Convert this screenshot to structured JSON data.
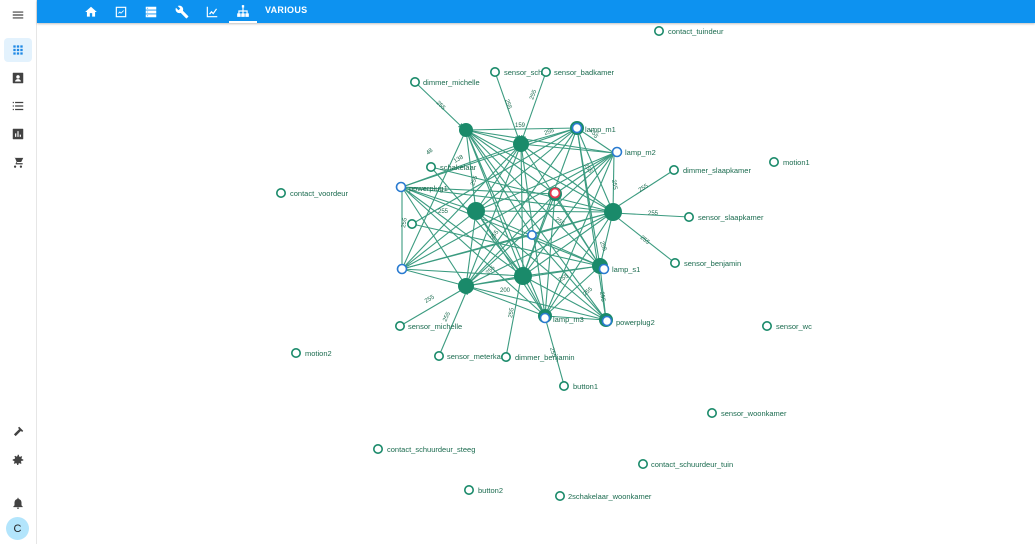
{
  "topbar": {
    "label": "VARIOUS",
    "color": "#0d92f0",
    "icons": [
      "home-icon",
      "dashboard-icon",
      "devices-icon",
      "tools-icon",
      "chart-icon",
      "network-icon"
    ]
  },
  "sidebar": {
    "icons": [
      "menu-icon",
      "grid-icon",
      "contacts-icon",
      "list-icon",
      "bar-chart-icon",
      "cart-icon",
      "hammer-icon",
      "gear-icon",
      "bell-icon"
    ],
    "avatar_letter": "C"
  },
  "network": {
    "node_color": "#1a8a6a",
    "labels": {
      "contact_tuindeur": "contact_tuindeur",
      "dimmer_michelle": "dimmer_michelle",
      "sensor_schub": "sensor_schub",
      "sensor_badkamer": "sensor_badkamer",
      "lamp_m1": "lamp_m1",
      "lamp_m2": "lamp_m2",
      "dimmer_slaapkamer": "dimmer_slaapkamer",
      "motion1": "motion1",
      "contact_voordeur": "contact_voordeur",
      "powerplug1": "powerplug1",
      "schakelaar": "schakelaar",
      "sensor_slaapkamer": "sensor_slaapkamer",
      "sensor_benjamin": "sensor_benjamin",
      "lamp_s1": "lamp_s1",
      "lamp_m3": "lamp_m3",
      "powerplug2": "powerplug2",
      "sensor_michelle": "sensor_michelle",
      "sensor_wc": "sensor_wc",
      "motion2": "motion2",
      "sensor_meterkast": "sensor_meterkast",
      "dimmer_benjamin": "dimmer_benjamin",
      "button1": "button1",
      "sensor_woonkamer": "sensor_woonkamer",
      "contact_schuurdeur_steeg": "contact_schuurdeur_steeg",
      "contact_schuurdeur_tuin": "contact_schuurdeur_tuin",
      "button2": "button2",
      "2schakelaar_woonkamer": "2schakelaar_woonkamer"
    },
    "edge_labels": [
      "255",
      "255",
      "255",
      "159",
      "255",
      "255",
      "48",
      "138",
      "255",
      "255",
      "255",
      "255",
      "255",
      "255",
      "255",
      "255",
      "255",
      "255",
      "255",
      "255",
      "255",
      "255",
      "255",
      "255",
      "200",
      "255",
      "255",
      "255"
    ]
  }
}
